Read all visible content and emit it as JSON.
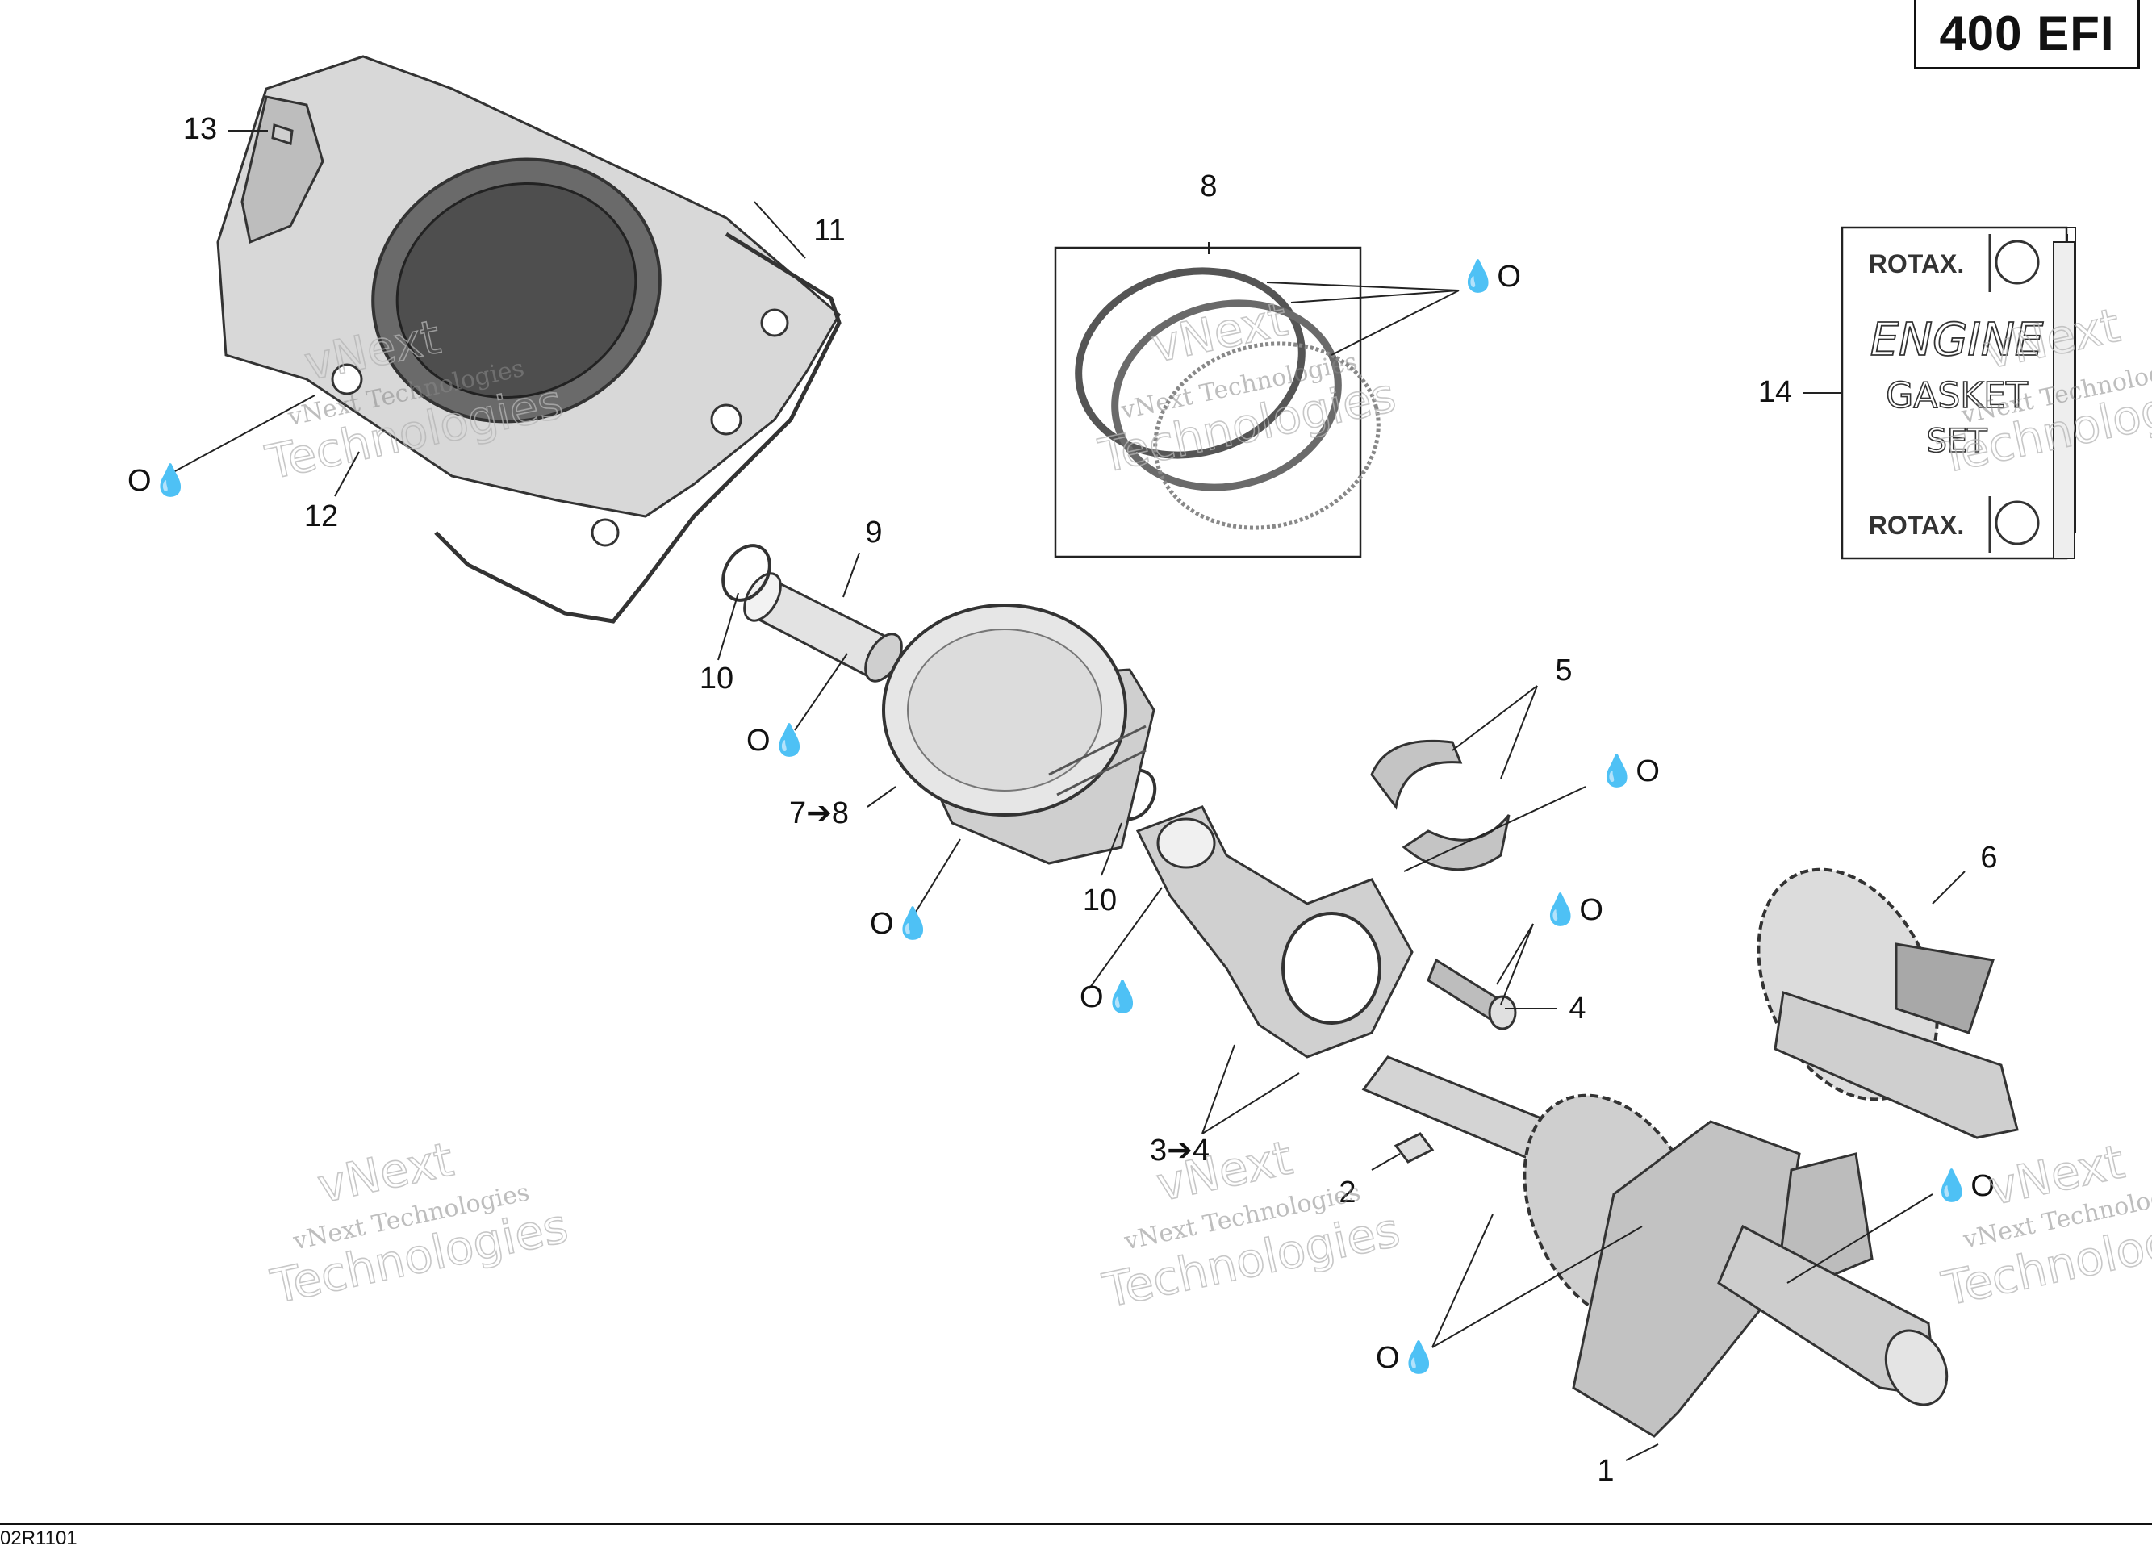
{
  "model_badge": "400 EFI",
  "drawing_code": "02R1101",
  "watermark": {
    "line1": "vNext Technologies",
    "line2a": "vNext",
    "line2b": "Technologies"
  },
  "gasket_set": {
    "brand": "ROTAX.",
    "title_line1": "ENGINE",
    "title_line2": "GASKET",
    "title_line3": "SET"
  },
  "callouts": {
    "c1": "1",
    "c2": "2",
    "c3_4": "3➔4",
    "c4": "4",
    "c5": "5",
    "c6": "6",
    "c7_8": "7➔8",
    "c8": "8",
    "c9": "9",
    "c10a": "10",
    "c10b": "10",
    "c11": "11",
    "c12": "12",
    "c13": "13",
    "c14": "14"
  },
  "oil_marks": {
    "mark_left": "O💧",
    "mark_right": "💧O"
  },
  "colors": {
    "part_fill": "#d6d6d6",
    "part_dark": "#9a9a9a",
    "line": "#111111"
  }
}
